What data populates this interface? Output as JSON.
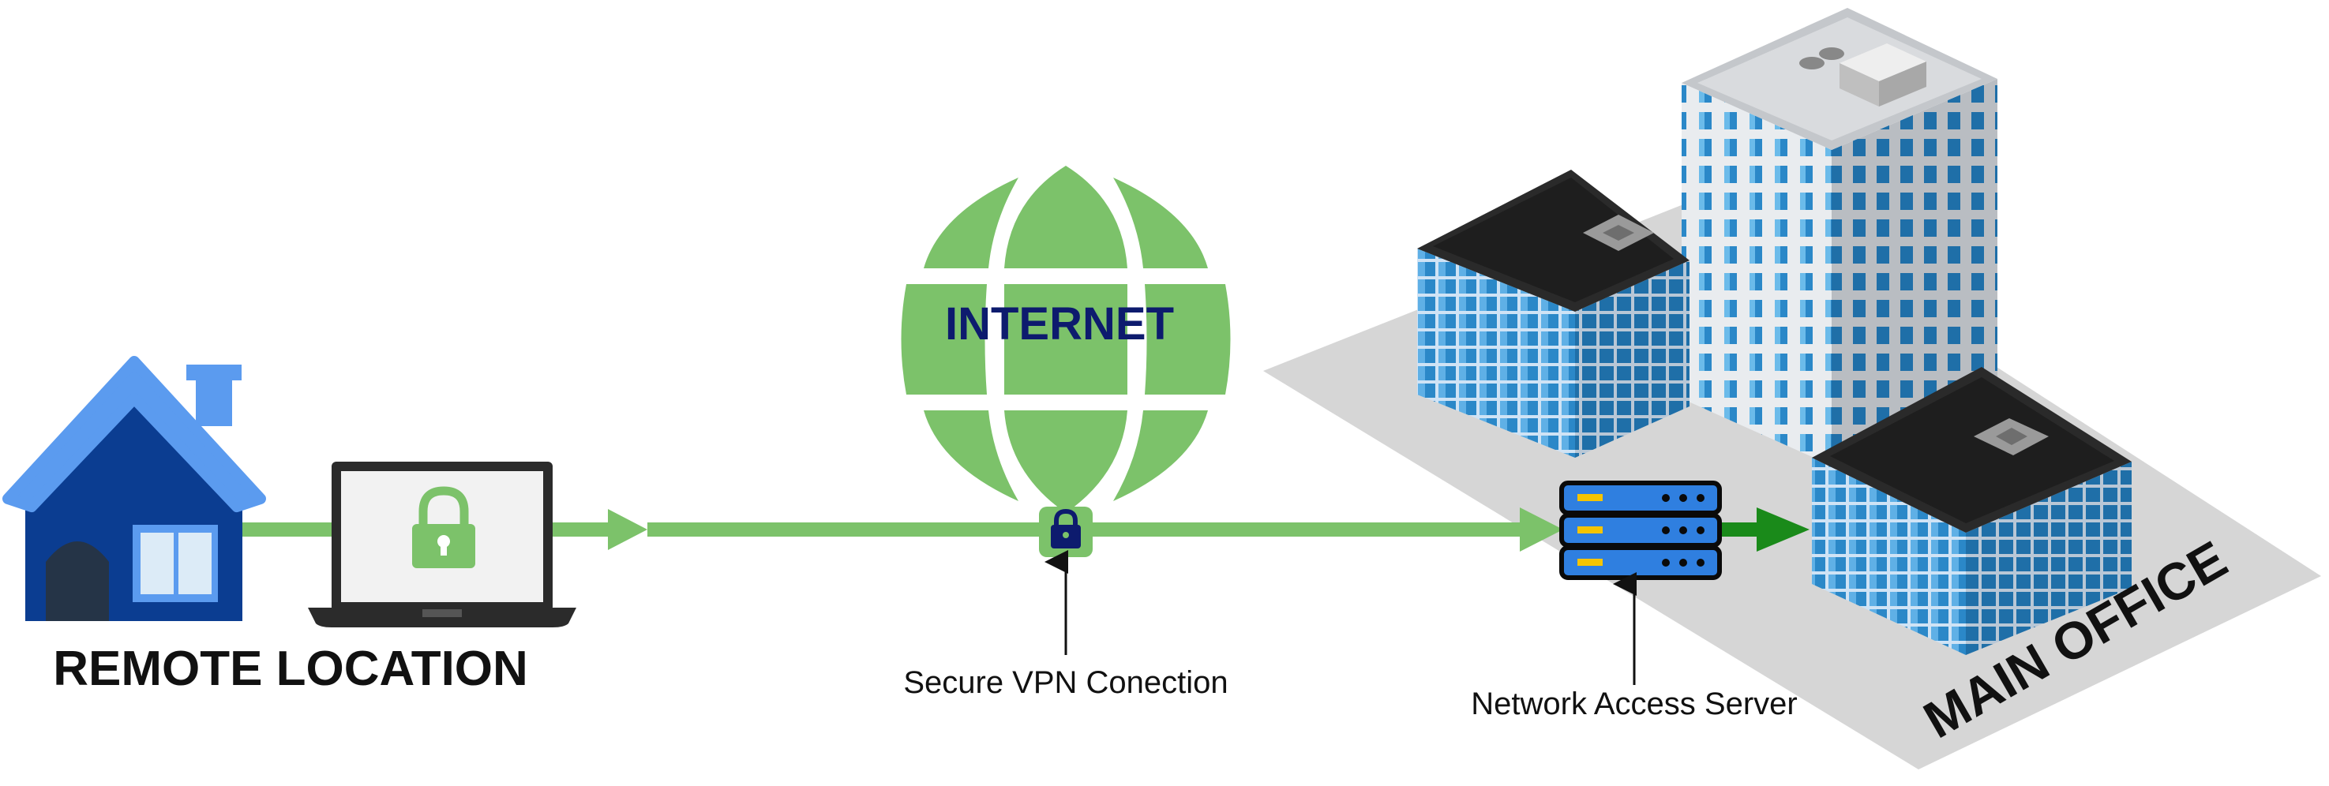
{
  "labels": {
    "remote_location": "REMOTE LOCATION",
    "internet": "INTERNET",
    "secure_vpn": "Secure VPN Conection",
    "network_access_server": "Network Access Server",
    "main_office": "MAIN OFFICE"
  },
  "colors": {
    "green": "#7cc26a",
    "dark_green": "#1a8a1a",
    "navy": "#0d1b6e",
    "house_blue": "#0b3d91",
    "roof_blue": "#5b9bef",
    "server_blue": "#2f7fe0",
    "text": "#111111"
  }
}
